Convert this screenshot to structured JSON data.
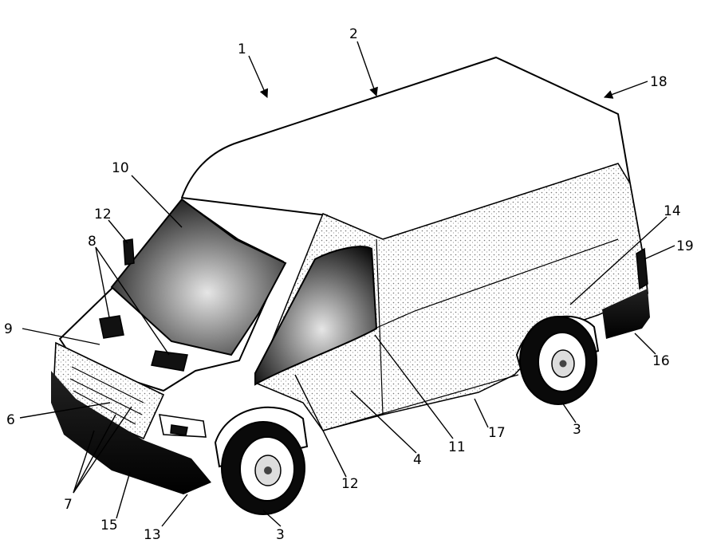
{
  "figure": {
    "labels": [
      {
        "id": "l1",
        "text": "1"
      },
      {
        "id": "l2",
        "text": "2"
      },
      {
        "id": "l18",
        "text": "18"
      },
      {
        "id": "l10",
        "text": "10"
      },
      {
        "id": "l12a",
        "text": "12"
      },
      {
        "id": "l14",
        "text": "14"
      },
      {
        "id": "l19",
        "text": "19"
      },
      {
        "id": "l8",
        "text": "8"
      },
      {
        "id": "l9",
        "text": "9"
      },
      {
        "id": "l16",
        "text": "16"
      },
      {
        "id": "l6",
        "text": "6"
      },
      {
        "id": "l11",
        "text": "11"
      },
      {
        "id": "l17",
        "text": "17"
      },
      {
        "id": "l3a",
        "text": "3"
      },
      {
        "id": "l4",
        "text": "4"
      },
      {
        "id": "l12b",
        "text": "12"
      },
      {
        "id": "l7",
        "text": "7"
      },
      {
        "id": "l15",
        "text": "15"
      },
      {
        "id": "l13",
        "text": "13"
      },
      {
        "id": "l3b",
        "text": "3"
      }
    ]
  }
}
